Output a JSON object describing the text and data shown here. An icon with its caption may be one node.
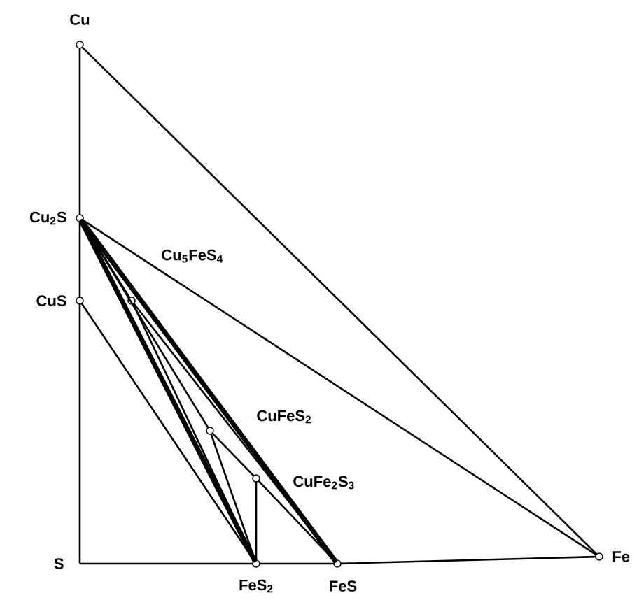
{
  "diagram": {
    "nodes": [
      {
        "text": [
          "Cu"
        ]
      },
      {
        "text": [
          "Cu$_{2}$S"
        ]
      },
      {
        "text": [
          "CuS"
        ]
      },
      {
        "text": [
          "Cu$_{5}$FeS$_{4}$"
        ]
      },
      {
        "text": [
          "CuFeS$_{2}$"
        ]
      },
      {
        "text": [
          "CuFe$_{2}$S$_{3}$"
        ]
      },
      {
        "text": [
          "S"
        ]
      },
      {
        "text": [
          "FeS$_{2}$"
        ]
      },
      {
        "text": [
          "FeS"
        ]
      },
      {
        "text": [
          "Fe"
        ]
      }
    ],
    "edges": [
      {
        "from": 0,
        "to": 1,
        "arrow": "none"
      },
      {
        "from": 0,
        "to": 9,
        "arrow": "none"
      },
      {
        "from": 1,
        "to": 2,
        "arrow": "none"
      },
      {
        "from": 2,
        "to": 6,
        "arrow": "none"
      },
      {
        "from": 6,
        "to": 7,
        "arrow": "none"
      },
      {
        "from": 7,
        "to": 8,
        "arrow": "none"
      },
      {
        "from": 8,
        "to": 9,
        "arrow": "none"
      },
      {
        "from": 1,
        "to": 9,
        "arrow": "none"
      },
      {
        "from": 2,
        "to": 7,
        "arrow": "none"
      },
      {
        "from": 1,
        "to": 7,
        "arrow": "none",
        "style": "thick"
      },
      {
        "from": 1,
        "to": 8,
        "arrow": "none",
        "style": "thick"
      },
      {
        "from": 1,
        "to": 3,
        "arrow": "none"
      },
      {
        "from": 3,
        "to": 7,
        "arrow": "none"
      },
      {
        "from": 3,
        "to": 8,
        "arrow": "none"
      },
      {
        "from": 1,
        "to": 4,
        "arrow": "none"
      },
      {
        "from": 4,
        "to": 7,
        "arrow": "none"
      },
      {
        "from": 4,
        "to": 5,
        "arrow": "none"
      },
      {
        "from": 5,
        "to": 7,
        "arrow": "none"
      },
      {
        "from": 5,
        "to": 8,
        "arrow": "none"
      }
    ]
  }
}
